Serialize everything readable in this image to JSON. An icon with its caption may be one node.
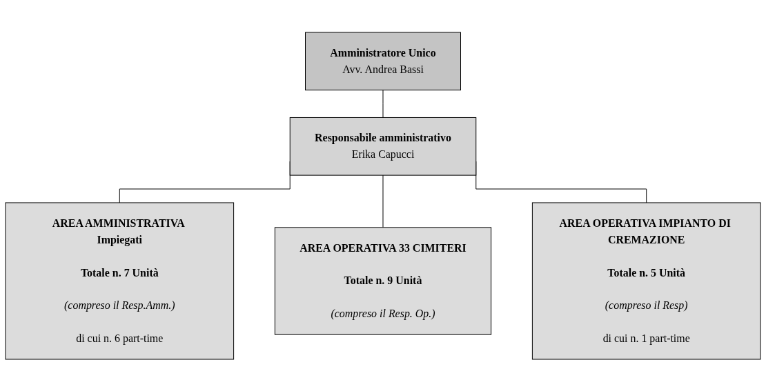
{
  "diagram": {
    "nodes": [
      {
        "text": [
          "Amministratore Unico",
          "Avv. Andrea Bassi"
        ]
      },
      {
        "text": [
          "Responsabile amministrativo",
          "Erika Capucci"
        ]
      },
      {
        "text": [
          "AREA AMMINISTRATIVA Impiegati",
          "Totale n. 7 Unità",
          "(compreso il Resp.Amm.)",
          "di cui n. 6 part-time"
        ]
      },
      {
        "text": [
          "AREA OPERATIVA 33 CIMITERI",
          "Totale n. 9 Unità",
          "(compreso il Resp. Op.)"
        ]
      },
      {
        "text": [
          "AREA OPERATIVA IMPIANTO DI CREMAZIONE",
          "Totale n. 5 Unità",
          "(compreso il Resp)",
          "di cui n. 1 part-time"
        ]
      }
    ],
    "edges": [
      {
        "from": 0,
        "to": 1,
        "arrow": "none"
      },
      {
        "from": 1,
        "to": 2,
        "arrow": "none"
      },
      {
        "from": 1,
        "to": 3,
        "arrow": "none"
      },
      {
        "from": 1,
        "to": 4,
        "arrow": "none"
      }
    ]
  }
}
